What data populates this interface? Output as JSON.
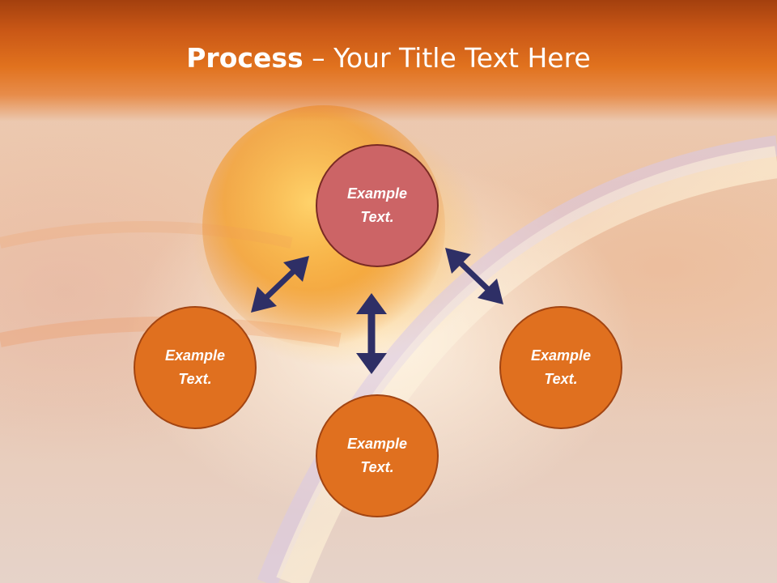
{
  "title": {
    "bold": "Process",
    "rest": " – Your Title Text Here"
  },
  "nodes": [
    {
      "id": "top",
      "text": "Example Text."
    },
    {
      "id": "left",
      "text": "Example Text."
    },
    {
      "id": "right",
      "text": "Example Text."
    },
    {
      "id": "bottom",
      "text": "Example Text."
    }
  ],
  "colors": {
    "header": "#e1721e",
    "top_node": "#cc6466",
    "orange_node": "#e0701f",
    "arrow": "#2e2f66"
  }
}
